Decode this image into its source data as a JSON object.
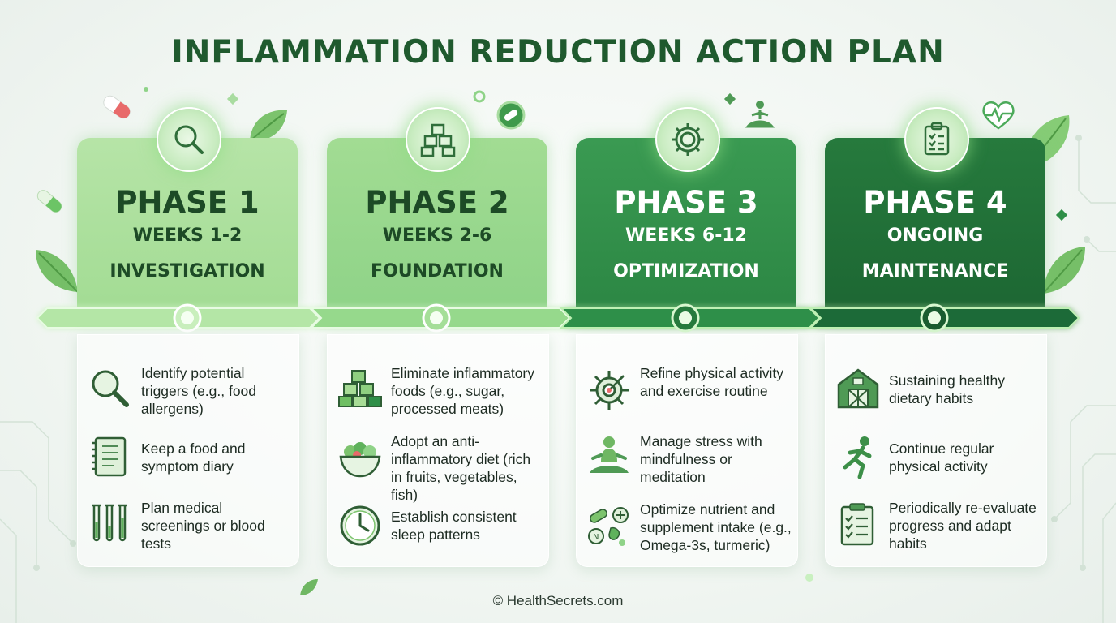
{
  "title": "INFLAMMATION REDUCTION ACTION PLAN",
  "phases": [
    {
      "title": "PHASE 1",
      "subtitle": "WEEKS 1-2",
      "name": "INVESTIGATION",
      "header_icon": "magnifier-icon",
      "items": [
        {
          "icon": "magnifier-icon",
          "text": "Identify potential triggers (e.g., food allergens)"
        },
        {
          "icon": "notebook-icon",
          "text": "Keep a food and symptom diary"
        },
        {
          "icon": "test-tubes-icon",
          "text": "Plan medical screenings or blood tests"
        }
      ]
    },
    {
      "title": "PHASE 2",
      "subtitle": "WEEKS 2-6",
      "name": "FOUNDATION",
      "header_icon": "blocks-icon",
      "items": [
        {
          "icon": "blocks-icon",
          "text": "Eliminate inflammatory foods (e.g., sugar, processed meats)"
        },
        {
          "icon": "salad-bowl-icon",
          "text": "Adopt an anti-inflammatory diet (rich in fruits, vegetables, fish)"
        },
        {
          "icon": "clock-icon",
          "text": "Establish consistent sleep patterns"
        }
      ]
    },
    {
      "title": "PHASE 3",
      "subtitle": "WEEKS 6-12",
      "name": "OPTIMIZATION",
      "header_icon": "gear-icon",
      "items": [
        {
          "icon": "gear-target-icon",
          "text": "Refine physical activity and exercise routine"
        },
        {
          "icon": "meditation-icon",
          "text": "Manage stress with mindfulness or meditation"
        },
        {
          "icon": "supplements-icon",
          "text": "Optimize nutrient and supplement intake (e.g., Omega-3s, turmeric)"
        }
      ]
    },
    {
      "title": "PHASE 4",
      "subtitle": "ONGOING",
      "name": "MAINTENANCE",
      "header_icon": "clipboard-icon",
      "items": [
        {
          "icon": "barn-icon",
          "text": "Sustaining healthy dietary habits"
        },
        {
          "icon": "runner-icon",
          "text": "Continue regular physical activity"
        },
        {
          "icon": "clipboard-icon",
          "text": "Periodically re-evaluate progress and adapt habits"
        }
      ]
    }
  ],
  "colors": {
    "title": "#1f5a2e",
    "phase_headers": [
      "#a9df9a",
      "#8fd388",
      "#2f8f48",
      "#1f6b37"
    ],
    "phase_text": [
      "#1d4a26",
      "#1d4a26",
      "#ffffff",
      "#ffffff"
    ],
    "timeline": [
      "#a8e39a",
      "#8ed686",
      "#2f8f48",
      "#1f6b37"
    ],
    "icon_stroke": "#2f7a3e"
  },
  "footer": "© HealthSecrets.com"
}
